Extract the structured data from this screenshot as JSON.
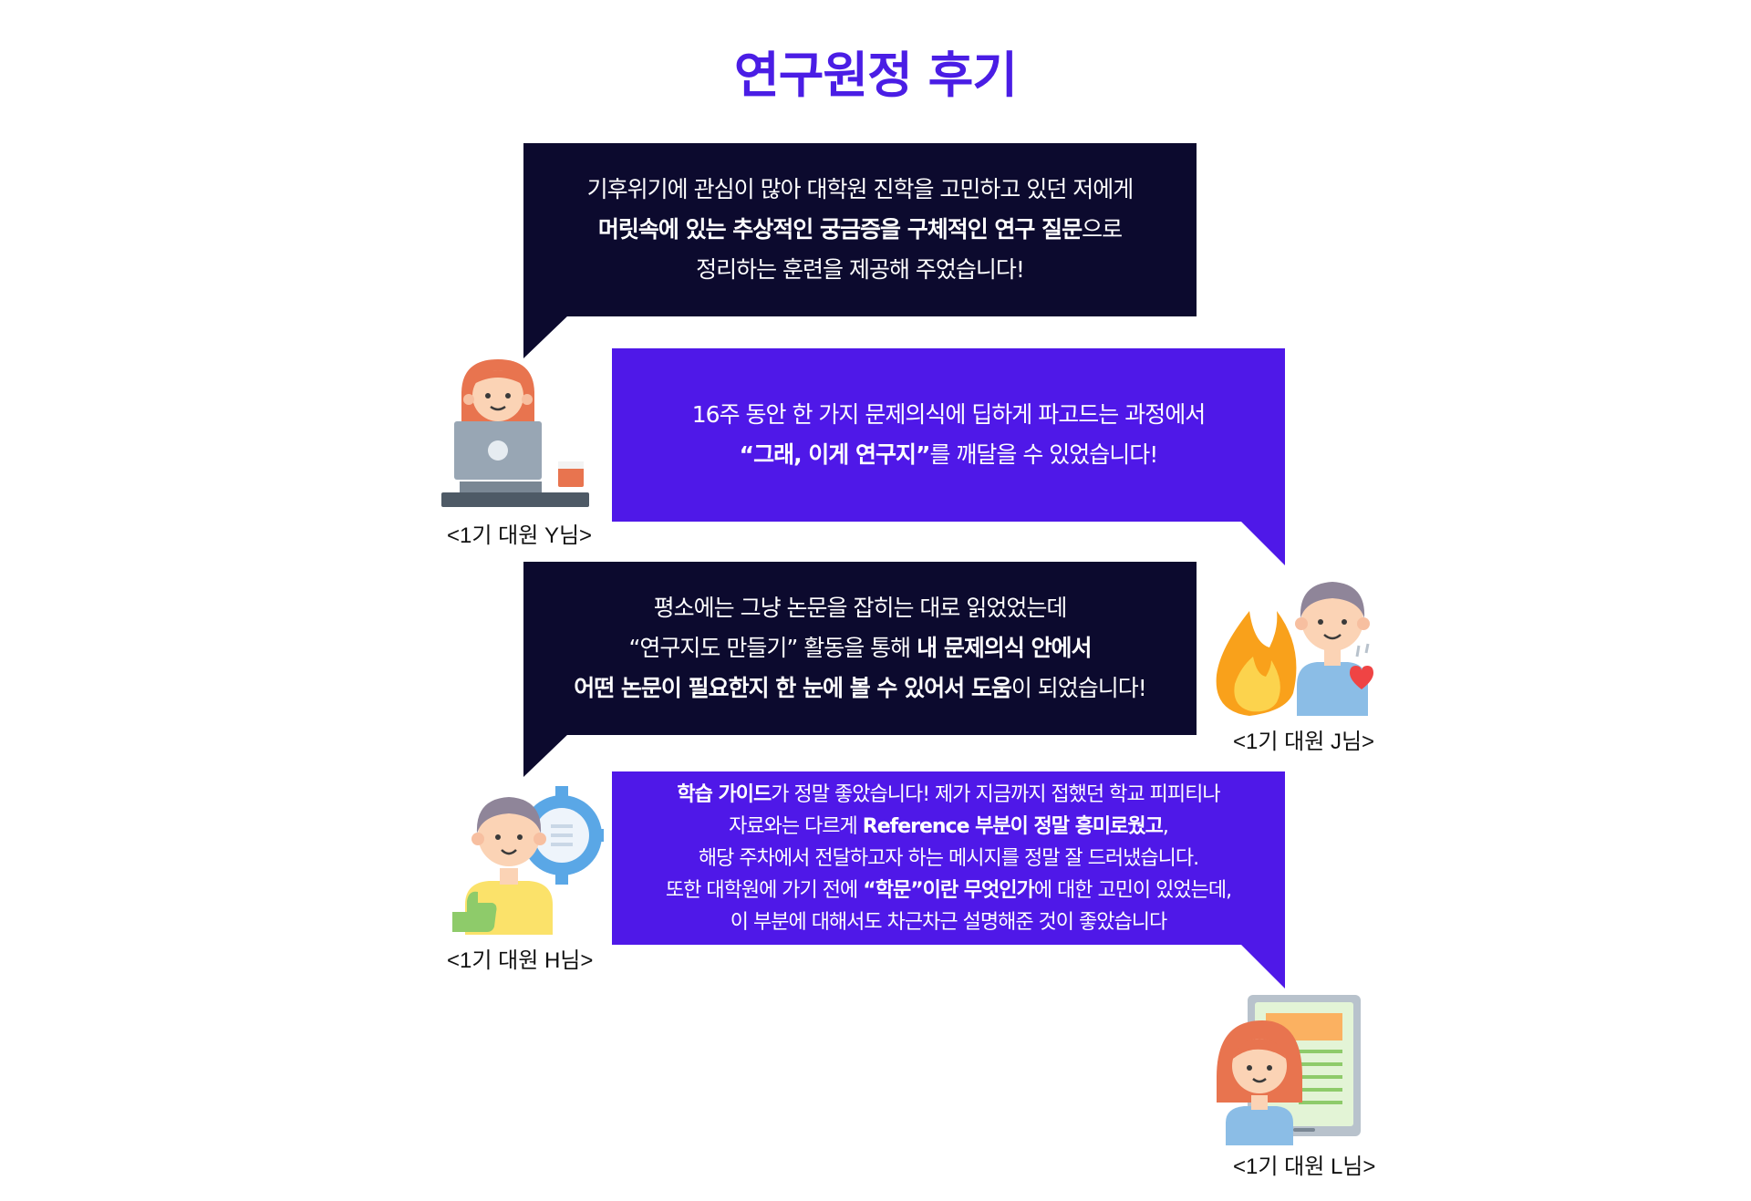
{
  "page": {
    "title": "연구원정 후기"
  },
  "colors": {
    "accent": "#4f18e8",
    "dark": "#0c0a2e",
    "title": "#4a1de5"
  },
  "reviews": [
    {
      "author": "<1기 대원 Y님>",
      "avatar": "woman-laptop-icon",
      "lines": [
        [
          {
            "t": "기후위기에 관심이 많아 대학원 진학을 고민하고 있던 저에게",
            "b": false
          }
        ],
        [
          {
            "t": "머릿속에 있는 추상적인 궁금증을 구체적인 연구 질문",
            "b": true
          },
          {
            "t": "으로",
            "b": false
          }
        ],
        [
          {
            "t": "정리하는 훈련을 제공해 주었습니다!",
            "b": false
          }
        ]
      ]
    },
    {
      "author": "<1기 대원 J님>",
      "avatar": "man-fire-heart-icon",
      "lines": [
        [
          {
            "t": "16주 동안 한 가지 문제의식에 딥하게 파고드는 과정에서",
            "b": false
          }
        ],
        [
          {
            "t": "“그래, 이게 연구지”",
            "b": true
          },
          {
            "t": "를 깨달을 수 있었습니다!",
            "b": false
          }
        ]
      ]
    },
    {
      "author": "<1기 대원 H님>",
      "avatar": "man-gear-thumbsup-icon",
      "lines": [
        [
          {
            "t": "평소에는 그냥 논문을 잡히는 대로 읽었었는데",
            "b": false
          }
        ],
        [
          {
            "t": "“연구지도 만들기” 활동을 통해 ",
            "b": false
          },
          {
            "t": "내 문제의식 안에서",
            "b": true
          }
        ],
        [
          {
            "t": "어떤 논문이 필요한지 한 눈에 볼 수 있어서 도움",
            "b": true
          },
          {
            "t": "이 되었습니다!",
            "b": false
          }
        ]
      ]
    },
    {
      "author": "<1기 대원 L님>",
      "avatar": "woman-tablet-icon",
      "lines": [
        [
          {
            "t": "학습 가이드",
            "b": true
          },
          {
            "t": "가 정말 좋았습니다!  제가 지금까지 접했던 학교 피피티나",
            "b": false
          }
        ],
        [
          {
            "t": "자료와는 다르게 ",
            "b": false
          },
          {
            "t": "Reference 부분이 정말 흥미로웠고",
            "b": true
          },
          {
            "t": ",",
            "b": false
          }
        ],
        [
          {
            "t": "해당 주차에서 전달하고자 하는 메시지를 정말 잘 드러냈습니다.",
            "b": false
          }
        ],
        [
          {
            "t": "또한 대학원에 가기 전에 ",
            "b": false
          },
          {
            "t": "“학문”이란 무엇인가",
            "b": true
          },
          {
            "t": "에 대한 고민이 있었는데,",
            "b": false
          }
        ],
        [
          {
            "t": "이 부분에 대해서도 차근차근 설명해준 것이 좋았습니다",
            "b": false
          }
        ]
      ]
    }
  ]
}
